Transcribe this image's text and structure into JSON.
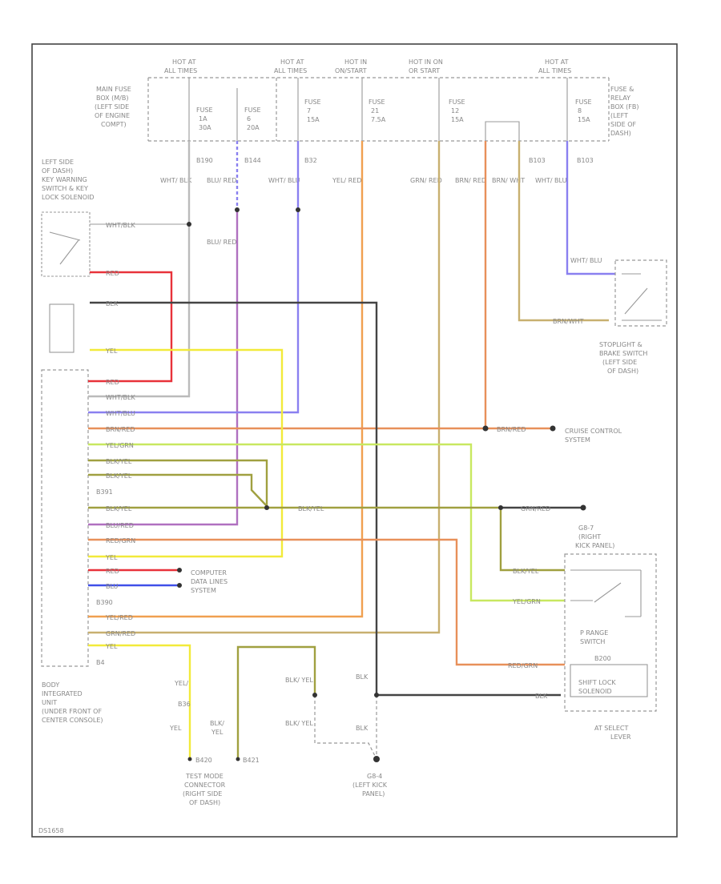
{
  "colors": {
    "red": "#e8323a",
    "black": "#444444",
    "yellow": "#f2ea3a",
    "purple": "#b070c0",
    "blue": "#8a80f0",
    "orange": "#f0a050",
    "tan": "#c8b070",
    "brown_orange": "#e8905a",
    "green": "#c8e860",
    "olive": "#a0a040",
    "gray": "#bbbbbb"
  },
  "hot_labels": [
    {
      "l1": "HOT AT",
      "l2": "ALL TIMES"
    },
    {
      "l1": "HOT AT",
      "l2": "ALL TIMES"
    },
    {
      "l1": "HOT IN",
      "l2": "ON/START"
    },
    {
      "l1": "HOT IN ON",
      "l2": "OR START"
    },
    {
      "l1": "HOT AT",
      "l2": "ALL TIMES"
    }
  ],
  "fuses": [
    {
      "name": "FUSE",
      "num": "1A",
      "amp": "30A"
    },
    {
      "name": "FUSE",
      "num": "6",
      "amp": "20A"
    },
    {
      "name": "FUSE",
      "num": "7",
      "amp": "15A"
    },
    {
      "name": "FUSE",
      "num": "21",
      "amp": "7.5A"
    },
    {
      "name": "FUSE",
      "num": "12",
      "amp": "15A"
    },
    {
      "name": "FUSE",
      "num": "8",
      "amp": "15A"
    }
  ],
  "main_fuse_box": [
    "MAIN FUSE",
    "BOX (M/B)",
    "(LEFT SIDE",
    "OF ENGINE",
    "COMPT)"
  ],
  "relay_box": [
    "FUSE &",
    "RELAY",
    "BOX (FB)",
    "(LEFT",
    "SIDE OF",
    "DASH)"
  ],
  "connector_ids": [
    "B190",
    "B144",
    "B32",
    "B103",
    "B103"
  ],
  "ignition_switch": [
    "LEFT SIDE",
    "OF DASH)",
    "KEY WARNING",
    "SWITCH & KEY",
    "LOCK SOLENOID"
  ],
  "wire_labels_top": [
    "WHT/ BLK",
    "BLU/ RED",
    "WHT/ BLU",
    "YEL/ RED",
    "GRN/ RED",
    "BRN/ RED",
    "BRN/ WHT",
    "WHT/ BLU"
  ],
  "blu_red_mid": "BLU/ RED",
  "left_pins": [
    "WHT/BLK",
    "RED",
    "BLK",
    "YEL",
    "RED",
    "WHT/BLK",
    "WHT/BLU",
    "BRN/RED",
    "YEL/GRN",
    "BLK/YEL",
    "BLK/YEL",
    "BLK/YEL",
    "BLU/RED",
    "RED/GRN",
    "YEL",
    "RED",
    "BLU",
    "YEL/RED",
    "GRN/RED",
    "YEL"
  ],
  "connectors": {
    "b391": "B391",
    "b390": "B390",
    "b4": "B4"
  },
  "data_lines": [
    "COMPUTER",
    "DATA LINES",
    "SYSTEM"
  ],
  "stoplight": [
    "STOPLIGHT &",
    "BRAKE SWITCH",
    "(LEFT SIDE",
    "OF DASH)"
  ],
  "stop_wire": "WHT/ BLU",
  "stop_wire2": "BRN/WHT",
  "cruise": [
    "CRUISE CONTROL",
    "SYSTEM"
  ],
  "cruise_wire": "BRN/RED",
  "blk_yel_mid": "BLK/YEL",
  "grn_red_right": "GRN/RED",
  "ground_r": [
    "G8-7",
    "(RIGHT",
    "KICK PANEL)"
  ],
  "prange_wires": [
    "BLK/YEL",
    "YEL/GRN"
  ],
  "prange": [
    "P RANGE",
    "SWITCH"
  ],
  "shift_lock_wires": [
    "RED/GRN",
    "BLK"
  ],
  "shift_lock": [
    "B200",
    "SHIFT LOCK",
    "SOLENOID"
  ],
  "at_select": [
    "AT SELECT",
    "LEVER"
  ],
  "body_unit": [
    "BODY",
    "INTEGRATED",
    "UNIT",
    "(UNDER FRONT OF",
    "CENTER CONSOLE)"
  ],
  "b4": "B4",
  "test_labels": [
    "YEL/",
    "B36",
    "YEL",
    "BLK/",
    "YEL"
  ],
  "test_mode": [
    "TEST MODE",
    "CONNECTOR",
    "(RIGHT SIDE",
    "OF DASH)"
  ],
  "test_pins": [
    "B420",
    "B421"
  ],
  "ground_l_wires": [
    "BLK/ YEL",
    "BLK/ YEL",
    "BLK",
    "BLK"
  ],
  "ground_l": [
    "G8-4",
    "(LEFT KICK",
    "PANEL)"
  ],
  "footer": "DS1658"
}
